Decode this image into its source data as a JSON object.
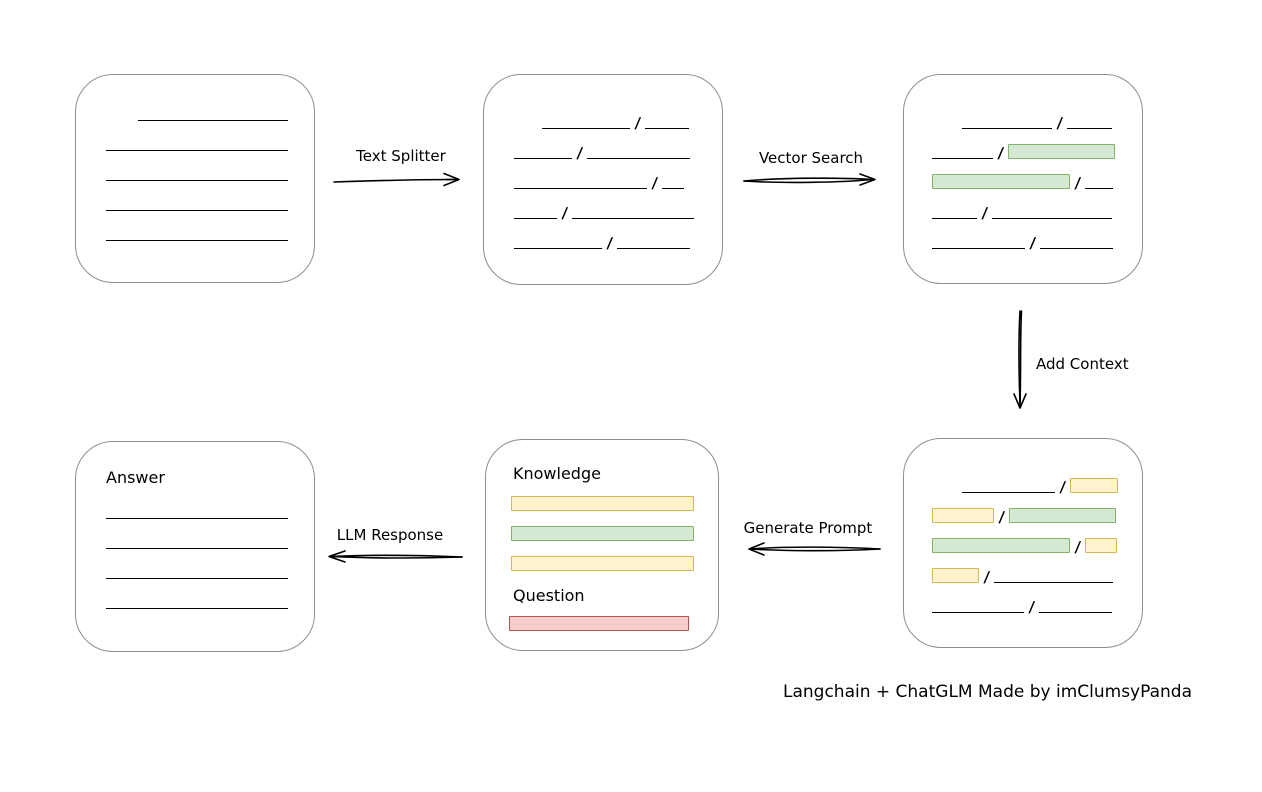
{
  "slash": "/",
  "footer": "Langchain + ChatGLM Made by imClumsyPanda",
  "labels": {
    "text_splitter": "Text Splitter",
    "vector_search": "Vector Search",
    "add_context": "Add Context",
    "generate_prompt": "Generate Prompt",
    "llm_response": "LLM Response"
  },
  "colors": {
    "green_fill": "#d5e8d4",
    "green_border": "#82b366",
    "yellow_fill": "#fff2cc",
    "yellow_border": "#d6b656",
    "red_fill": "#f8cecc",
    "red_border": "#b85450",
    "box_border": "#8f8f8f",
    "line": "#000000"
  },
  "boxes": {
    "document": {
      "rows": [
        {
          "indent": 32,
          "segments": [
            {
              "t": "line",
              "w": 150
            }
          ]
        },
        {
          "segments": [
            {
              "t": "line",
              "w": 182
            }
          ]
        },
        {
          "segments": [
            {
              "t": "line",
              "w": 182
            }
          ]
        },
        {
          "segments": [
            {
              "t": "line",
              "w": 182
            }
          ]
        },
        {
          "segments": [
            {
              "t": "line",
              "w": 182
            }
          ]
        }
      ]
    },
    "split_text": {
      "rows": [
        {
          "indent": 28,
          "segments": [
            {
              "t": "line",
              "w": 88
            },
            {
              "t": "slash"
            },
            {
              "t": "line",
              "w": 44
            }
          ]
        },
        {
          "segments": [
            {
              "t": "line",
              "w": 58
            },
            {
              "t": "slash"
            },
            {
              "t": "line",
              "w": 103
            }
          ]
        },
        {
          "segments": [
            {
              "t": "line",
              "w": 133
            },
            {
              "t": "slash"
            },
            {
              "t": "line",
              "w": 22
            }
          ]
        },
        {
          "segments": [
            {
              "t": "line",
              "w": 43
            },
            {
              "t": "slash"
            },
            {
              "t": "line",
              "w": 122
            }
          ]
        },
        {
          "segments": [
            {
              "t": "line",
              "w": 88
            },
            {
              "t": "slash"
            },
            {
              "t": "line",
              "w": 73
            }
          ]
        }
      ]
    },
    "vector_matches": {
      "rows": [
        {
          "indent": 30,
          "segments": [
            {
              "t": "line",
              "w": 90
            },
            {
              "t": "slash"
            },
            {
              "t": "line",
              "w": 45
            }
          ]
        },
        {
          "segments": [
            {
              "t": "line",
              "w": 61
            },
            {
              "t": "slash"
            },
            {
              "t": "green",
              "w": 107
            }
          ]
        },
        {
          "segments": [
            {
              "t": "green",
              "w": 138
            },
            {
              "t": "slash"
            },
            {
              "t": "line",
              "w": 28
            }
          ]
        },
        {
          "segments": [
            {
              "t": "line",
              "w": 45
            },
            {
              "t": "slash"
            },
            {
              "t": "line",
              "w": 120
            }
          ]
        },
        {
          "segments": [
            {
              "t": "line",
              "w": 93
            },
            {
              "t": "slash"
            },
            {
              "t": "line",
              "w": 73
            }
          ]
        }
      ]
    },
    "context_chunks": {
      "rows": [
        {
          "indent": 30,
          "segments": [
            {
              "t": "line",
              "w": 93
            },
            {
              "t": "slash"
            },
            {
              "t": "yellow",
              "w": 48
            }
          ]
        },
        {
          "segments": [
            {
              "t": "yellow",
              "w": 62
            },
            {
              "t": "slash"
            },
            {
              "t": "green",
              "w": 107
            }
          ]
        },
        {
          "segments": [
            {
              "t": "green",
              "w": 138
            },
            {
              "t": "slash"
            },
            {
              "t": "yellow",
              "w": 32
            }
          ]
        },
        {
          "segments": [
            {
              "t": "yellow",
              "w": 47
            },
            {
              "t": "slash"
            },
            {
              "t": "line",
              "w": 119
            }
          ]
        },
        {
          "segments": [
            {
              "t": "line",
              "w": 92
            },
            {
              "t": "slash"
            },
            {
              "t": "line",
              "w": 73
            }
          ]
        }
      ]
    },
    "prompt": {
      "knowledge_label": "Knowledge",
      "question_label": "Question",
      "knowledge_rows": [
        {
          "segments": [
            {
              "t": "yellow",
              "w": 183
            }
          ]
        },
        {
          "segments": [
            {
              "t": "green",
              "w": 183
            }
          ]
        },
        {
          "segments": [
            {
              "t": "yellow",
              "w": 183
            }
          ]
        }
      ],
      "question_rows": [
        {
          "segments": [
            {
              "t": "red",
              "w": 180
            }
          ]
        }
      ]
    },
    "answer": {
      "label": "Answer",
      "rows": [
        {
          "segments": [
            {
              "t": "line",
              "w": 182
            }
          ]
        },
        {
          "segments": [
            {
              "t": "line",
              "w": 182
            }
          ]
        },
        {
          "segments": [
            {
              "t": "line",
              "w": 182
            }
          ]
        },
        {
          "segments": [
            {
              "t": "line",
              "w": 182
            }
          ]
        }
      ]
    }
  }
}
